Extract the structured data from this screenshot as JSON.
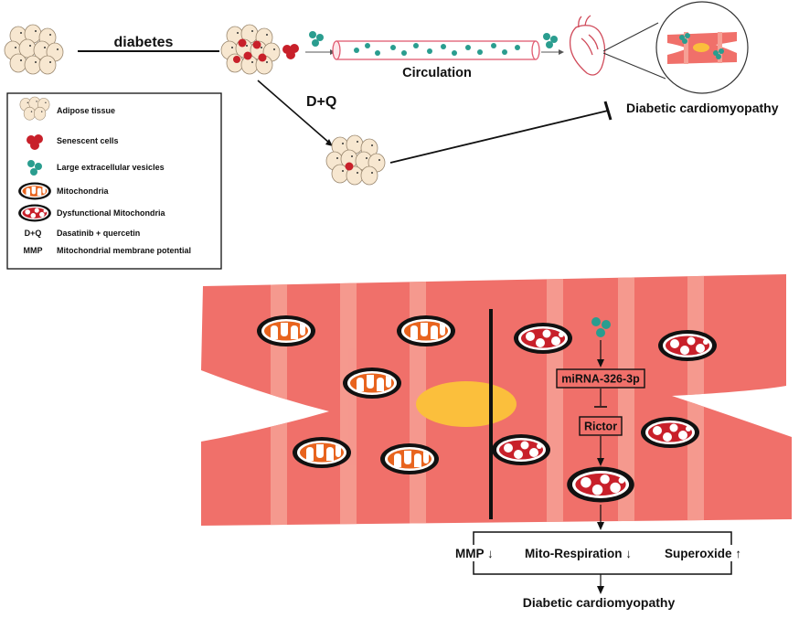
{
  "top": {
    "diabetes_label": "diabetes",
    "circulation_label": "Circulation",
    "treatment_label": "D+Q",
    "outcome_label": "Diabetic cardiomyopathy"
  },
  "legend": {
    "items": [
      {
        "icon": "adipose-tissue-icon",
        "label": "Adipose tissue"
      },
      {
        "icon": "senescent-cells-icon",
        "label": "Senescent cells"
      },
      {
        "icon": "large-extracellular-vesicles-icon",
        "label": "Large extracellular vesicles"
      },
      {
        "icon": "mitochondria-icon",
        "label": "Mitochondria"
      },
      {
        "icon": "dysfunctional-mitochondria-icon",
        "label": "Dysfunctional Mitochondria"
      },
      {
        "key": "D+Q",
        "label": "Dasatinib + quercetin"
      },
      {
        "key": "MMP",
        "label": "Mitochondrial membrane potential"
      }
    ]
  },
  "pathway": {
    "mirna": "miRNA-326-3p",
    "target": "Rictor"
  },
  "outcomes": {
    "mmp": "MMP ↓",
    "respiration": "Mito-Respiration ↓",
    "superoxide": "Superoxide ↑",
    "final": "Diabetic cardiomyopathy"
  },
  "colors": {
    "muscle": "#f0706a",
    "stripe": "#f6a095",
    "nucleus": "#fbbf3c",
    "senescent": "#c8202a",
    "vesicle": "#2a9d8f",
    "mito": "#e8641e",
    "adipose": "#f7e7d0"
  }
}
